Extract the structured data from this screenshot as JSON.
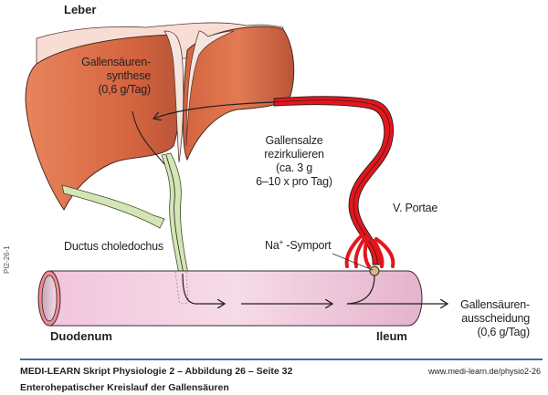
{
  "labels": {
    "liver": "Leber",
    "synthesis_line1": "Gallensäuren-",
    "synthesis_line2": "synthese",
    "synthesis_line3": "(0,6 g/Tag)",
    "recirc_line1": "Gallensalze",
    "recirc_line2": "rezirkulieren",
    "recirc_line3": "(ca. 3 g",
    "recirc_line4": "6–10 x pro Tag)",
    "portal_vein": "V. Portae",
    "symport_prefix": "Na",
    "symport_sup": "+",
    "symport_suffix": " -Symport",
    "bile_duct": "Ductus choledochus",
    "duodenum": "Duodenum",
    "ileum": "Ileum",
    "excretion_line1": "Gallensäuren-",
    "excretion_line2": "ausscheidung",
    "excretion_line3": "(0,6 g/Tag)"
  },
  "side_code": "PI2-26-1",
  "footer": {
    "title": "MEDI-LEARN Skript Physiologie 2 – Abbildung 26 – Seite 32",
    "subtitle": "Enterohepatischer Kreislauf der Gallensäuren",
    "url": "www.medi-learn.de/physio2-26"
  },
  "colors": {
    "liver": "#d9694a",
    "vein": "#e3161b",
    "bile_duct": "#d4e6b5",
    "intestine": "#f0c9dc",
    "footer_rule": "#3a6ea5"
  }
}
